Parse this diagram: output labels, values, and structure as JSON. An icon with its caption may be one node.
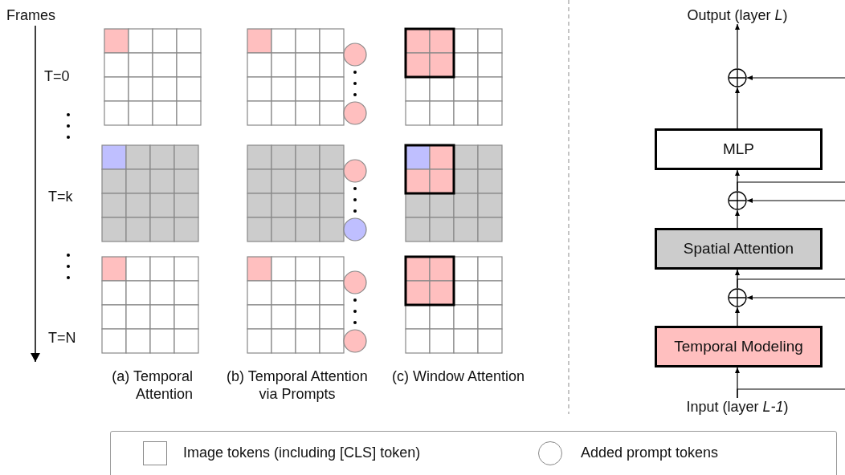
{
  "diagram": {
    "nodes": [
      {
        "text": [
          "Output (layer *L*)"
        ]
      },
      {
        "text": [],
        "shape": "circle"
      },
      {
        "text": [
          "MLP"
        ]
      },
      {
        "text": [],
        "shape": "circle"
      },
      {
        "text": [
          "Spatial Attention"
        ]
      },
      {
        "text": [],
        "shape": "circle"
      },
      {
        "text": [
          "Temporal Modeling"
        ]
      },
      {
        "text": [
          "Input (layer *L-1*)"
        ]
      }
    ],
    "edges": [
      {
        "from": 7,
        "to": 6,
        "arrow": "to"
      },
      {
        "from": 6,
        "to": 5,
        "arrow": "to"
      },
      {
        "from": 5,
        "to": 4,
        "arrow": "to"
      },
      {
        "from": 4,
        "to": 3,
        "arrow": "to"
      },
      {
        "from": 3,
        "to": 2,
        "arrow": "to"
      },
      {
        "from": 2,
        "to": 1,
        "arrow": "to"
      },
      {
        "from": 1,
        "to": 0,
        "arrow": "to"
      },
      {
        "from": null,
        "to": 1,
        "arrow": "to"
      },
      {
        "from": null,
        "to": 3,
        "arrow": "to"
      },
      {
        "from": null,
        "to": 5,
        "arrow": "to"
      },
      {
        "from": 7,
        "to": null,
        "arrow": "none"
      },
      {
        "from": 5,
        "to": null,
        "arrow": "none"
      },
      {
        "from": 3,
        "to": null,
        "arrow": "none"
      }
    ],
    "labels": [
      "Frames",
      "T=0",
      "T=k",
      "T=N",
      "(a) Temporal Attention",
      "(b) Temporal Attention via Prompts",
      "(c) Window Attention"
    ],
    "legend": [
      {
        "text": "Image tokens (including [CLS] token)"
      },
      {
        "text": "Added prompt tokens"
      }
    ]
  }
}
